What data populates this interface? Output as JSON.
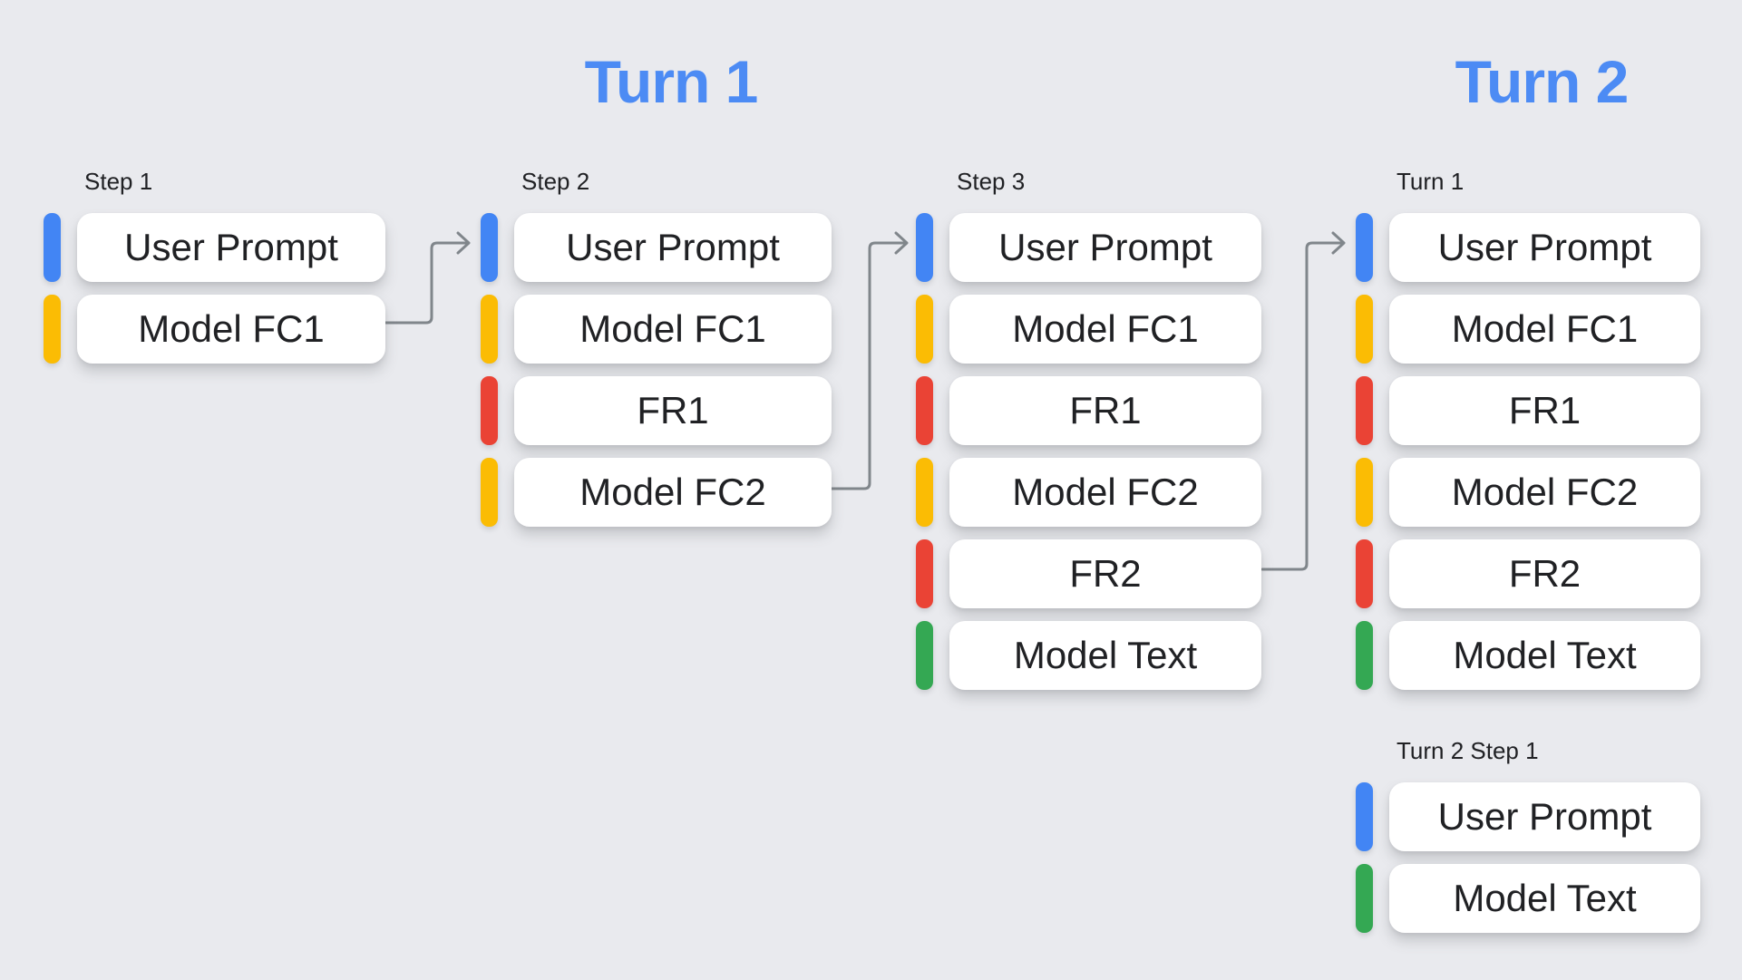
{
  "colors": {
    "background": "#E9EAEE",
    "blue": "#4285F4",
    "yellow": "#FBBC04",
    "red": "#EA4335",
    "green": "#34A853",
    "title": "#4C8BF4",
    "arrow": "#80868B"
  },
  "titles": {
    "turn1": "Turn 1",
    "turn2": "Turn 2"
  },
  "columns": [
    {
      "label": "Step 1",
      "rows": [
        {
          "label": "User Prompt",
          "color": "blue"
        },
        {
          "label": "Model FC1",
          "color": "yellow"
        }
      ]
    },
    {
      "label": "Step 2",
      "rows": [
        {
          "label": "User Prompt",
          "color": "blue"
        },
        {
          "label": "Model FC1",
          "color": "yellow"
        },
        {
          "label": "FR1",
          "color": "red"
        },
        {
          "label": "Model FC2",
          "color": "yellow"
        }
      ]
    },
    {
      "label": "Step 3",
      "rows": [
        {
          "label": "User Prompt",
          "color": "blue"
        },
        {
          "label": "Model FC1",
          "color": "yellow"
        },
        {
          "label": "FR1",
          "color": "red"
        },
        {
          "label": "Model FC2",
          "color": "yellow"
        },
        {
          "label": "FR2",
          "color": "red"
        },
        {
          "label": "Model Text",
          "color": "green"
        }
      ]
    },
    {
      "label": "Turn 1",
      "rows": [
        {
          "label": "User Prompt",
          "color": "blue"
        },
        {
          "label": "Model FC1",
          "color": "yellow"
        },
        {
          "label": "FR1",
          "color": "red"
        },
        {
          "label": "Model FC2",
          "color": "yellow"
        },
        {
          "label": "FR2",
          "color": "red"
        },
        {
          "label": "Model Text",
          "color": "green"
        }
      ]
    },
    {
      "label": "Turn 2 Step 1",
      "rows": [
        {
          "label": "User Prompt",
          "color": "blue"
        },
        {
          "label": "Model Text",
          "color": "green"
        }
      ]
    }
  ],
  "arrows": [
    {
      "from": "Step 1 / Model FC1",
      "to": "Step 2 / User Prompt"
    },
    {
      "from": "Step 2 / Model FC2",
      "to": "Step 3 / User Prompt"
    },
    {
      "from": "Step 3 / FR2",
      "to": "Turn 1 (of Turn 2) / User Prompt"
    }
  ]
}
